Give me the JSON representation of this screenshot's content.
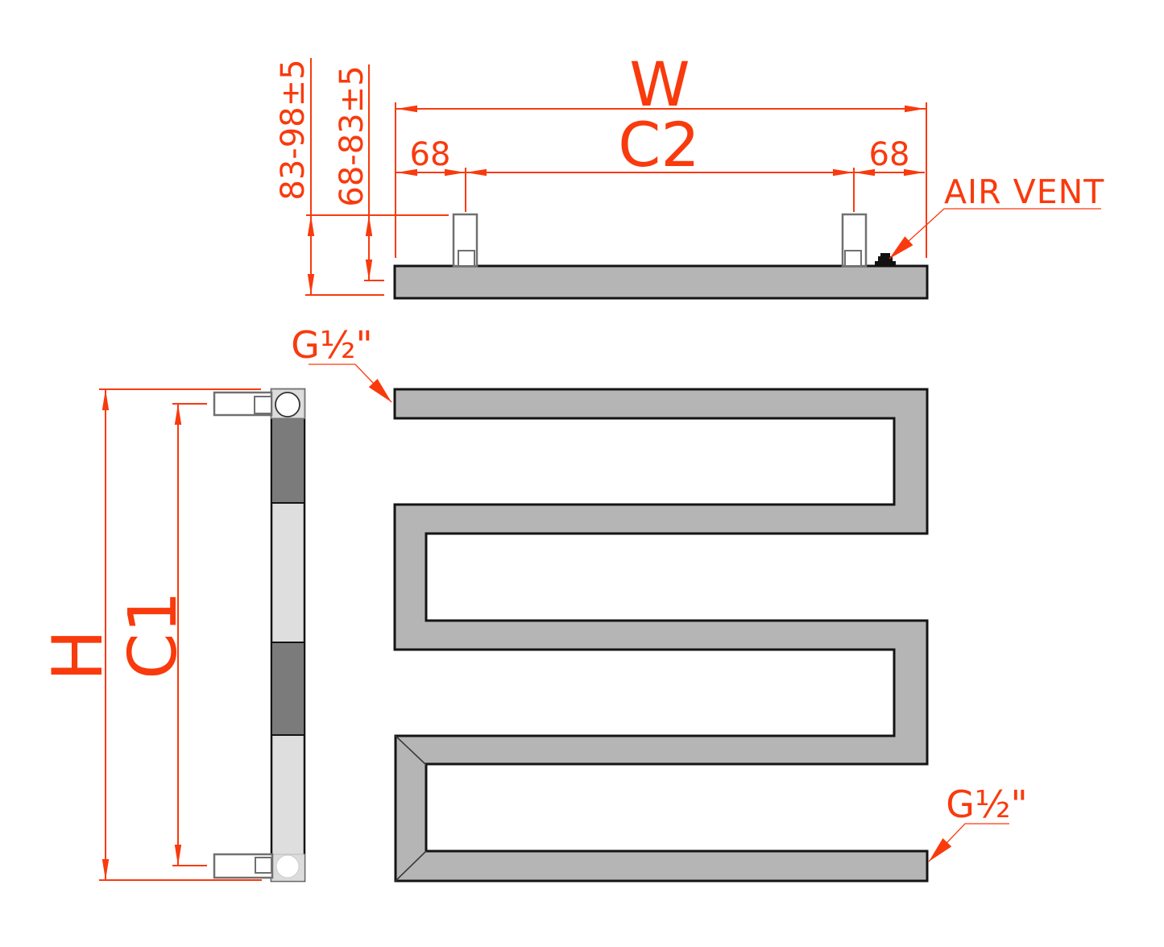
{
  "colors": {
    "accent": "#f93a0d",
    "tube_fill": "#b5b5b5",
    "tube_outline": "#141414",
    "side_dark_segment": "#7b7b7b",
    "side_light_segment": "#dedede",
    "bracket_stroke": "#707070"
  },
  "top_view": {
    "width_label": "W",
    "pipe_centres_label": "C2",
    "bracket_offset_left": "68",
    "bracket_offset_right": "68",
    "wall_to_front_range": "83-98±5",
    "wall_to_centre_range": "68-83±5",
    "air_vent_label": "AIR VENT"
  },
  "side_view": {
    "height_label": "H",
    "connection_centres_label": "C1"
  },
  "front_view": {
    "top_connection_label": "G½\"",
    "bottom_connection_label": "G½\""
  }
}
